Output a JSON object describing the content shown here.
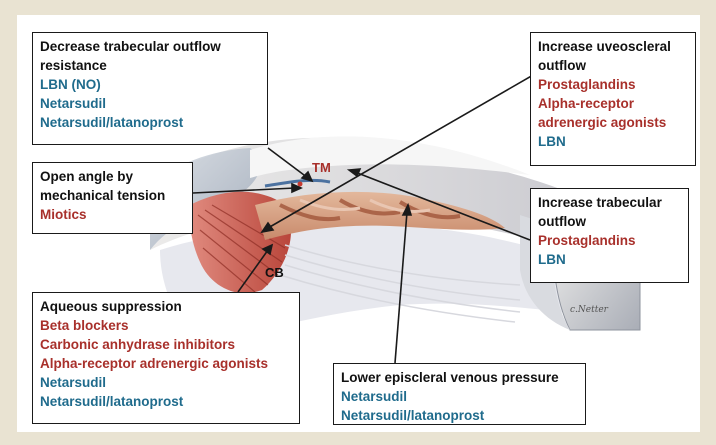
{
  "labels": {
    "tm": "TM",
    "cb": "CB"
  },
  "boxes": {
    "trabecular_resistance": {
      "title_line1": "Decrease trabecular outflow",
      "title_line2": "resistance",
      "drugs_blue": [
        "LBN (NO)",
        "Netarsudil",
        "Netarsudil/latanoprost"
      ]
    },
    "open_angle": {
      "title_line1": "Open angle by",
      "title_line2": "mechanical tension",
      "drugs_red": [
        "Miotics"
      ]
    },
    "aqueous_suppression": {
      "title": "Aqueous suppression",
      "drugs_red": [
        "Beta blockers",
        "Carbonic anhydrase inhibitors",
        "Alpha-receptor adrenergic agonists"
      ],
      "drugs_blue": [
        "Netarsudil",
        "Netarsudil/latanoprost"
      ]
    },
    "uveoscleral": {
      "title_line1": "Increase uveoscleral",
      "title_line2": "outflow",
      "drugs_red": [
        "Prostaglandins",
        "Alpha-receptor",
        "adrenergic agonists"
      ],
      "drugs_blue": [
        "LBN"
      ]
    },
    "trabecular_outflow": {
      "title_line1": "Increase trabecular",
      "title_line2": "outflow",
      "drugs_red": [
        "Prostaglandins"
      ],
      "drugs_blue": [
        "LBN"
      ]
    },
    "episcleral": {
      "title": "Lower episcleral venous pressure",
      "drugs_blue": [
        "Netarsudil",
        "Netarsudil/latanoprost"
      ]
    }
  }
}
